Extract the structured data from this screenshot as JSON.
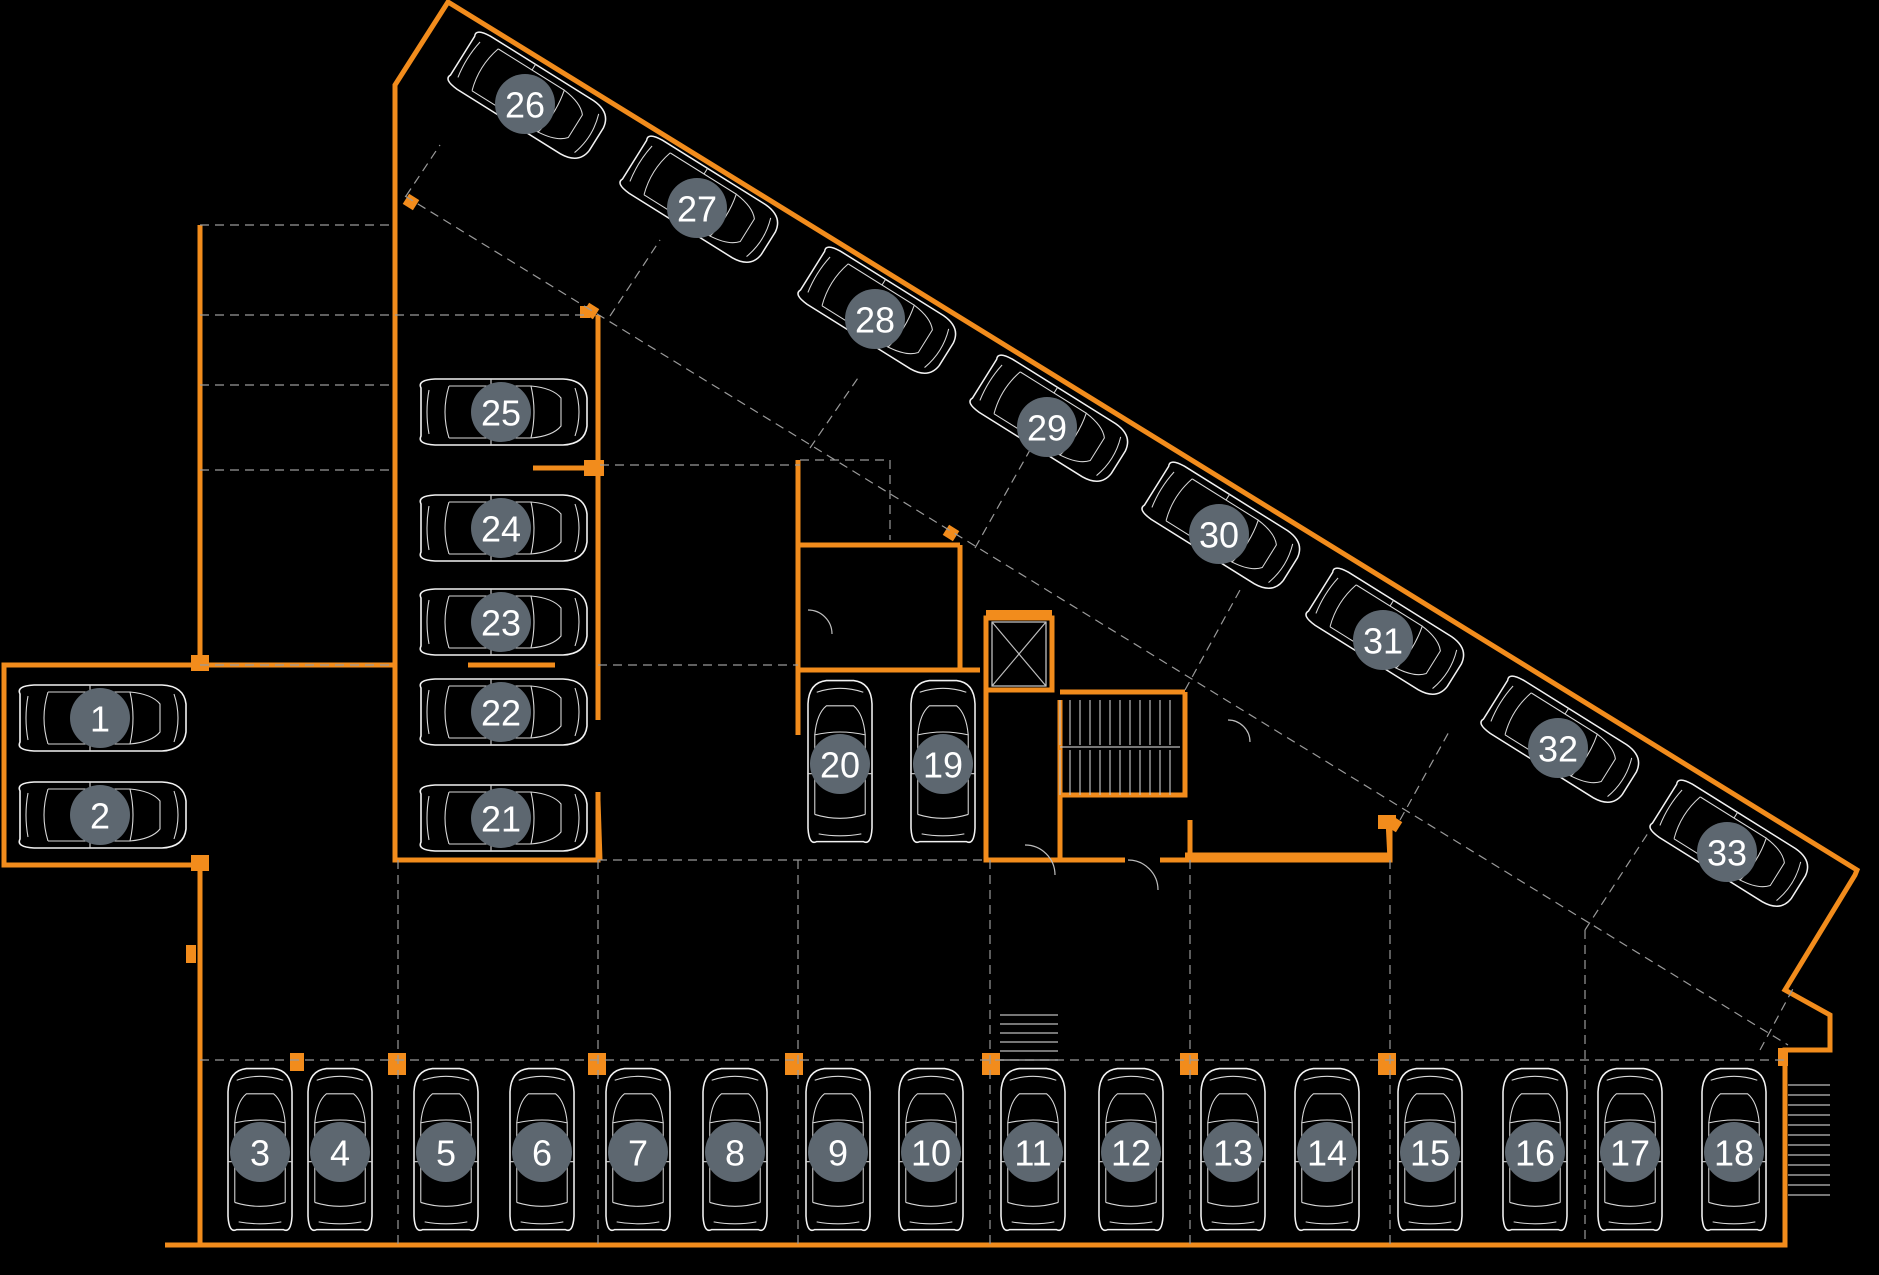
{
  "colors": {
    "background": "#000000",
    "wall": "#f28c1c",
    "badge": "#5d6770",
    "badge_text": "#ffffff",
    "line": "#e6e6e6"
  },
  "spots": [
    {
      "label": "1",
      "orientation": "horizontal",
      "rotation": 0
    },
    {
      "label": "2",
      "orientation": "horizontal",
      "rotation": 0
    },
    {
      "label": "3",
      "orientation": "vertical",
      "rotation": 0
    },
    {
      "label": "4",
      "orientation": "vertical",
      "rotation": 0
    },
    {
      "label": "5",
      "orientation": "vertical",
      "rotation": 0
    },
    {
      "label": "6",
      "orientation": "vertical",
      "rotation": 0
    },
    {
      "label": "7",
      "orientation": "vertical",
      "rotation": 0
    },
    {
      "label": "8",
      "orientation": "vertical",
      "rotation": 0
    },
    {
      "label": "9",
      "orientation": "vertical",
      "rotation": 0
    },
    {
      "label": "10",
      "orientation": "vertical",
      "rotation": 0
    },
    {
      "label": "11",
      "orientation": "vertical",
      "rotation": 0
    },
    {
      "label": "12",
      "orientation": "vertical",
      "rotation": 0
    },
    {
      "label": "13",
      "orientation": "vertical",
      "rotation": 0
    },
    {
      "label": "14",
      "orientation": "vertical",
      "rotation": 0
    },
    {
      "label": "15",
      "orientation": "vertical",
      "rotation": 0
    },
    {
      "label": "16",
      "orientation": "vertical",
      "rotation": 0
    },
    {
      "label": "17",
      "orientation": "vertical",
      "rotation": 0
    },
    {
      "label": "18",
      "orientation": "vertical",
      "rotation": 0
    },
    {
      "label": "19",
      "orientation": "vertical",
      "rotation": 0
    },
    {
      "label": "20",
      "orientation": "vertical",
      "rotation": 0
    },
    {
      "label": "21",
      "orientation": "horizontal",
      "rotation": 0
    },
    {
      "label": "22",
      "orientation": "horizontal",
      "rotation": 0
    },
    {
      "label": "23",
      "orientation": "horizontal",
      "rotation": 0
    },
    {
      "label": "24",
      "orientation": "horizontal",
      "rotation": 0
    },
    {
      "label": "25",
      "orientation": "horizontal",
      "rotation": 0
    },
    {
      "label": "26",
      "orientation": "angled",
      "rotation": 32
    },
    {
      "label": "27",
      "orientation": "angled",
      "rotation": 32
    },
    {
      "label": "28",
      "orientation": "angled",
      "rotation": 32
    },
    {
      "label": "29",
      "orientation": "angled",
      "rotation": 32
    },
    {
      "label": "30",
      "orientation": "angled",
      "rotation": 32
    },
    {
      "label": "31",
      "orientation": "angled",
      "rotation": 32
    },
    {
      "label": "32",
      "orientation": "angled",
      "rotation": 32
    },
    {
      "label": "33",
      "orientation": "angled",
      "rotation": 32
    }
  ]
}
